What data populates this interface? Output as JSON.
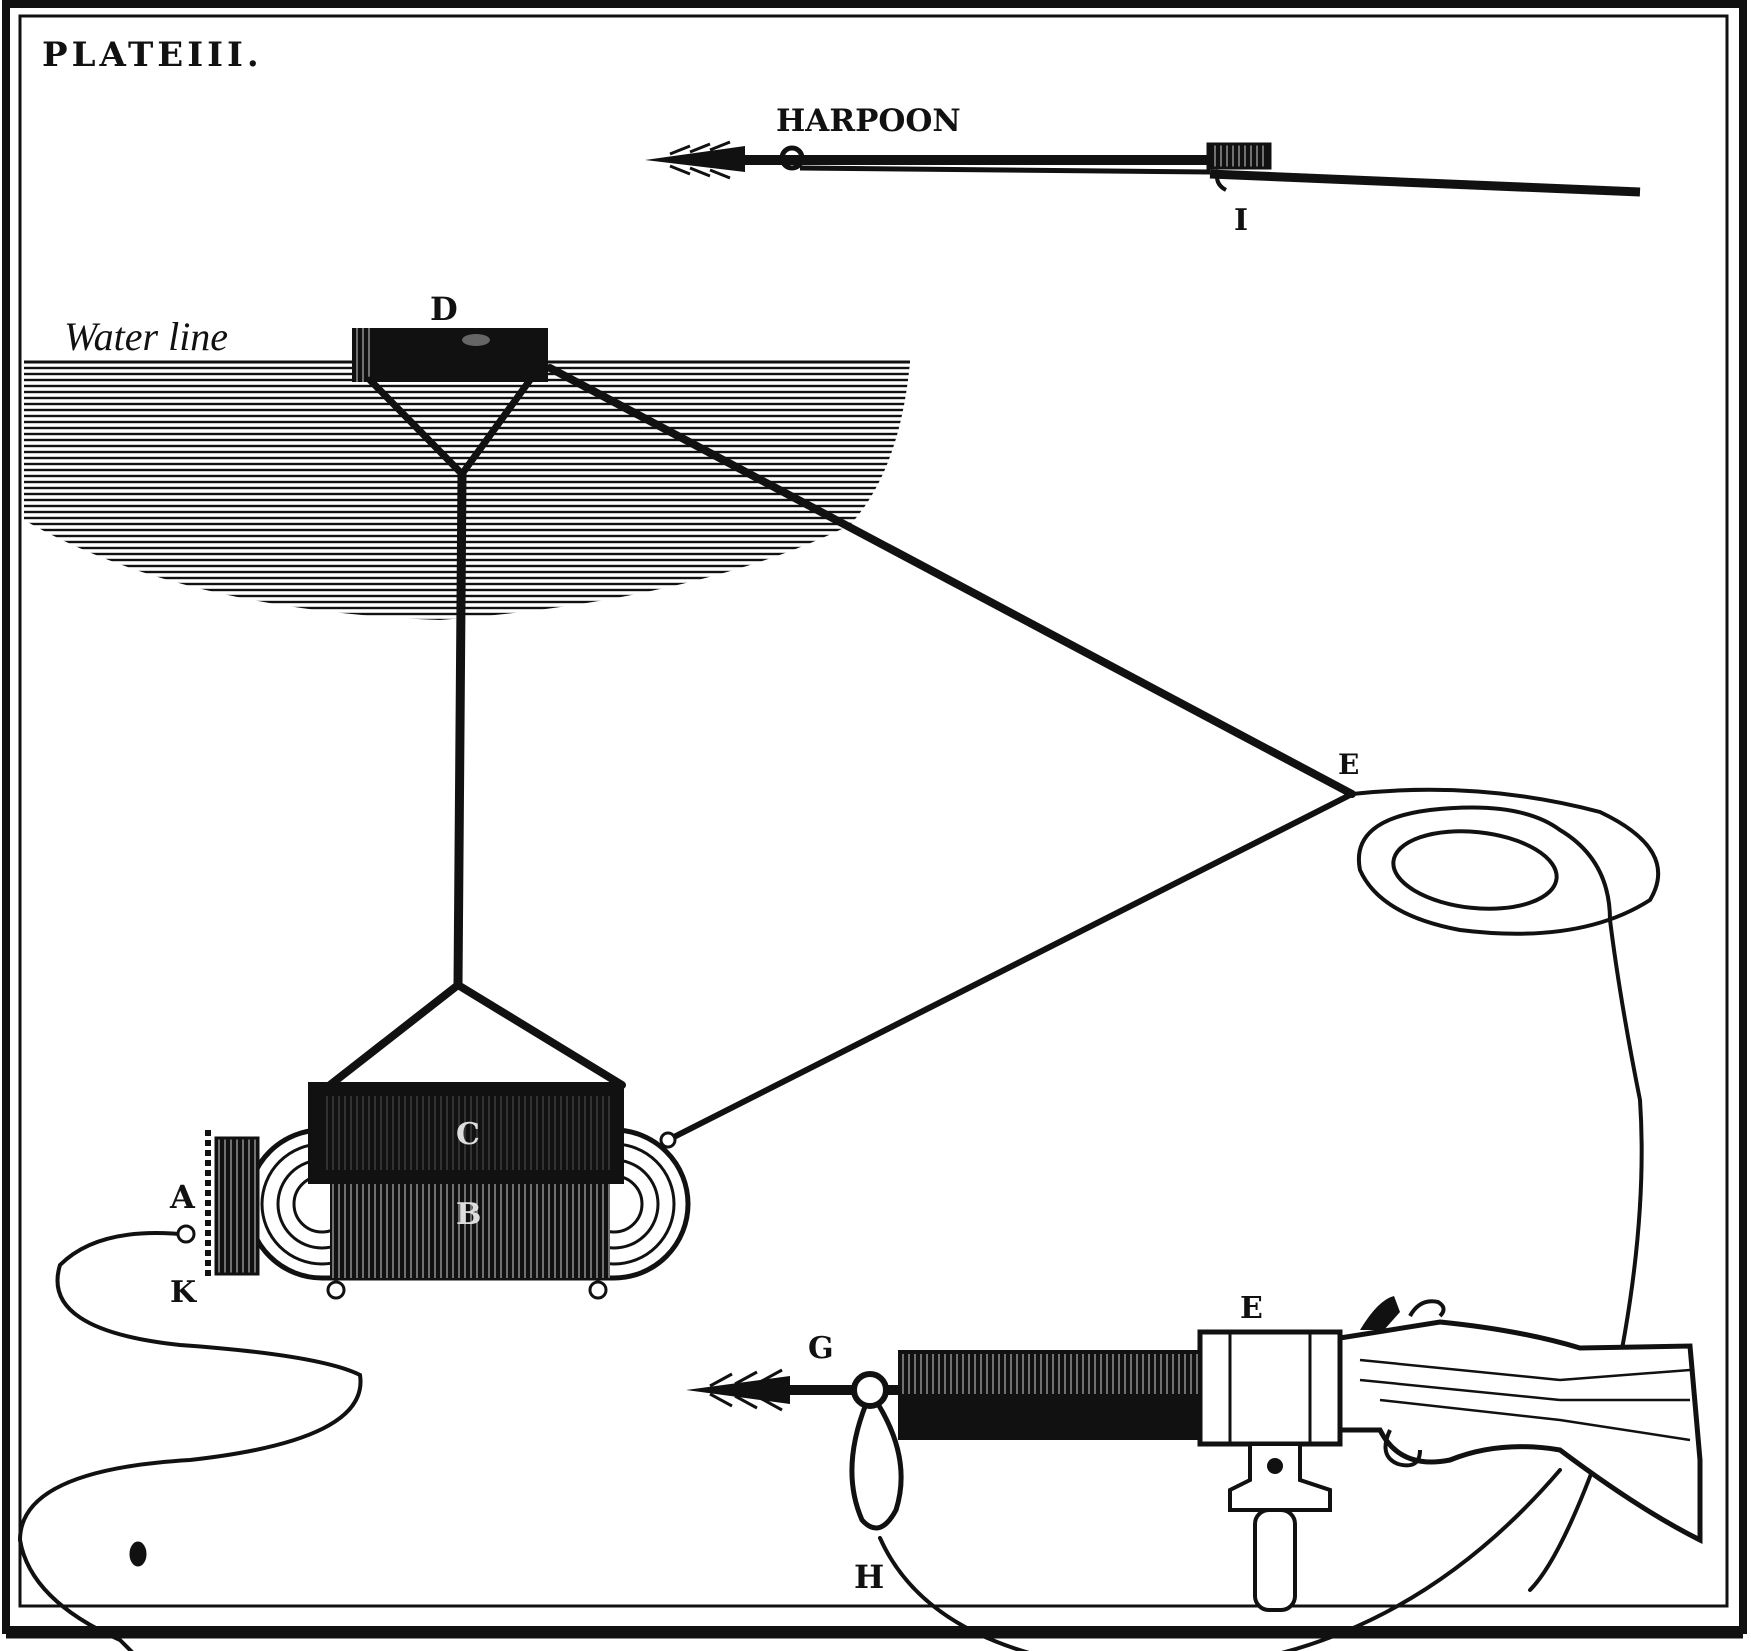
{
  "plate": {
    "title": "PLATEIII.",
    "harpoon_title": "HARPOON",
    "water_line": "Water line",
    "labels": {
      "A": "A",
      "B": "B",
      "C_torpedo": "C",
      "D": "D",
      "E_junction": "E",
      "E_gun": "E",
      "G": "G",
      "H": "H",
      "I": "I",
      "K": "K"
    }
  },
  "colors": {
    "ink": "#111111",
    "paper": "#ffffff"
  }
}
